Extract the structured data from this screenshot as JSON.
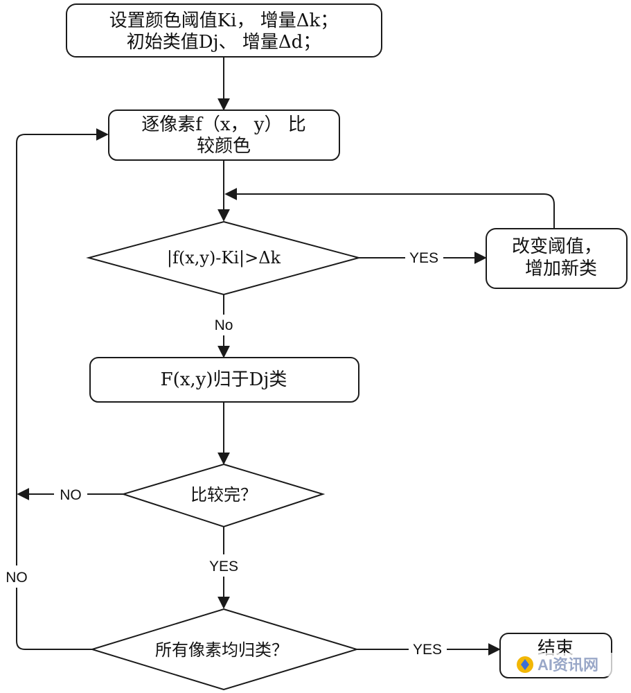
{
  "nodes": {
    "init": {
      "line1": "设置颜色阈值Ki， 增量Δk；",
      "line2": "初始类值Dj、 增量Δd；"
    },
    "compare": {
      "line1": "逐像素f（x， y） 比",
      "line2": "较颜色"
    },
    "condition": {
      "text": "|f(x,y)-Ki|>Δk"
    },
    "change": {
      "line1": "改变阈值，",
      "line2": "增加新类"
    },
    "assign": {
      "text": "F(x,y)归于Dj类"
    },
    "done_check": {
      "text": "比较完？"
    },
    "all_check": {
      "text": "所有像素均归类？"
    },
    "end": {
      "text": "结束"
    }
  },
  "edges": {
    "condition_yes": "YES",
    "condition_no": "No",
    "done_no": "NO",
    "done_yes": "YES",
    "all_no": "NO",
    "all_yes": "YES"
  },
  "watermark": {
    "text": "AI资讯网"
  },
  "colors": {
    "stroke": "#1a1a1a",
    "background": "#ffffff"
  }
}
